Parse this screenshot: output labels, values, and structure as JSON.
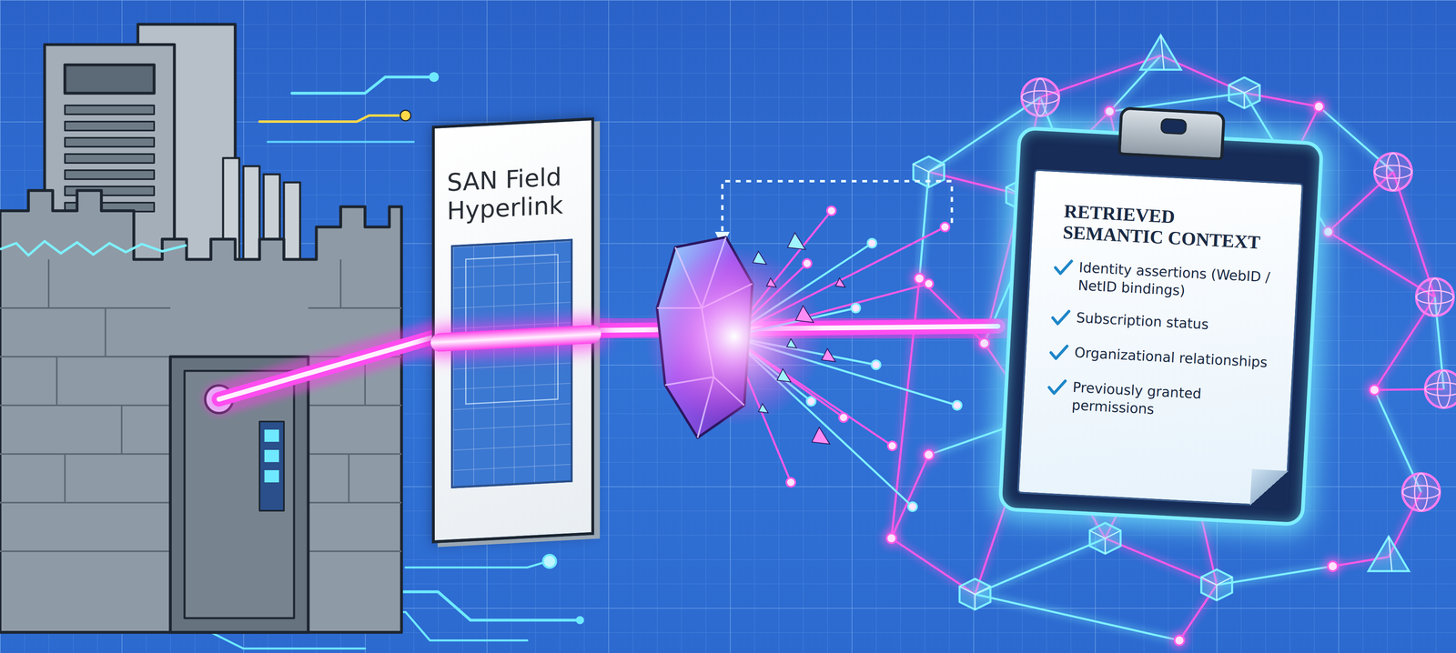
{
  "diagram": {
    "nodes": [
      {
        "text": [
          "SAN Field Hyperlink"
        ]
      },
      {
        "text": [
          "RETRIEVED SEMANTIC CONTEXT",
          "Identity assertions (WebID / NetID bindings)",
          "Subscription status",
          "Organizational relationships",
          "Previously granted permissions"
        ]
      }
    ],
    "edges": [
      {
        "from": 0,
        "to": 1,
        "arrow": "none"
      }
    ]
  }
}
